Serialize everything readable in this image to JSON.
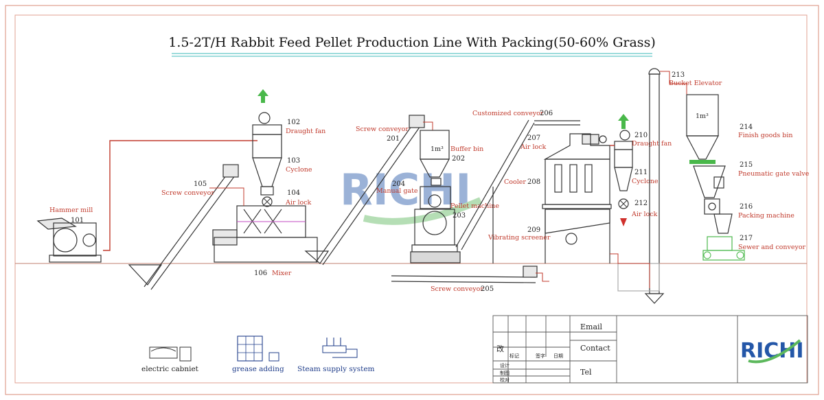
{
  "title": "1.5-2T/H Rabbit Feed Pellet Production Line With Packing(50-60% Grass)",
  "watermark": "RICHI",
  "components": [
    {
      "num": "101",
      "label": "Hammer mill"
    },
    {
      "num": "102",
      "label": "Draught fan"
    },
    {
      "num": "103",
      "label": "Cyclone"
    },
    {
      "num": "104",
      "label": "Air lock"
    },
    {
      "num": "105",
      "label": "Screw conveyor"
    },
    {
      "num": "106",
      "label": "Mixer"
    },
    {
      "num": "201",
      "label": "Screw conveyor"
    },
    {
      "num": "202",
      "label": "Buffer bin"
    },
    {
      "num": "203",
      "label": "Pellet machine"
    },
    {
      "num": "204",
      "label": "Manual gate"
    },
    {
      "num": "205",
      "label": "Screw conveyor"
    },
    {
      "num": "206",
      "label": "Customized conveyor"
    },
    {
      "num": "207",
      "label": "Air lock"
    },
    {
      "num": "208",
      "label": "Cooler"
    },
    {
      "num": "209",
      "label": "Vibrating screener"
    },
    {
      "num": "210",
      "label": "Draught fan"
    },
    {
      "num": "211",
      "label": "Cyclone"
    },
    {
      "num": "212",
      "label": "Air lock"
    },
    {
      "num": "213",
      "label": "Bucket Elevator"
    },
    {
      "num": "214",
      "label": "Finish goods bin"
    },
    {
      "num": "215",
      "label": "Pneumatic gate valve"
    },
    {
      "num": "216",
      "label": "Packing machine"
    },
    {
      "num": "217",
      "label": "Sewer and conveyor"
    }
  ],
  "bins": {
    "buffer_bin_volume": "1m³",
    "finish_bin_volume": "1m³"
  },
  "legend": [
    {
      "label": "electric cabniet",
      "icon": "electric-cabinet-icon"
    },
    {
      "label": "grease adding",
      "icon": "grease-adding-icon"
    },
    {
      "label": "Steam supply system",
      "icon": "steam-supply-icon"
    }
  ],
  "title_block": {
    "email_label": "Email",
    "contact_label": "Contact",
    "tel_label": "Tel",
    "revision_mark": "改",
    "header_cells": [
      "标记",
      "签字",
      "日期"
    ],
    "rows": [
      "设计",
      "制图",
      "校对"
    ],
    "logo": "RICHI"
  },
  "colors": {
    "label_red": "#c0392b",
    "legend_blue": "#1f3d8a",
    "logo_blue": "#2457a8",
    "logo_green": "#5cb85c"
  }
}
